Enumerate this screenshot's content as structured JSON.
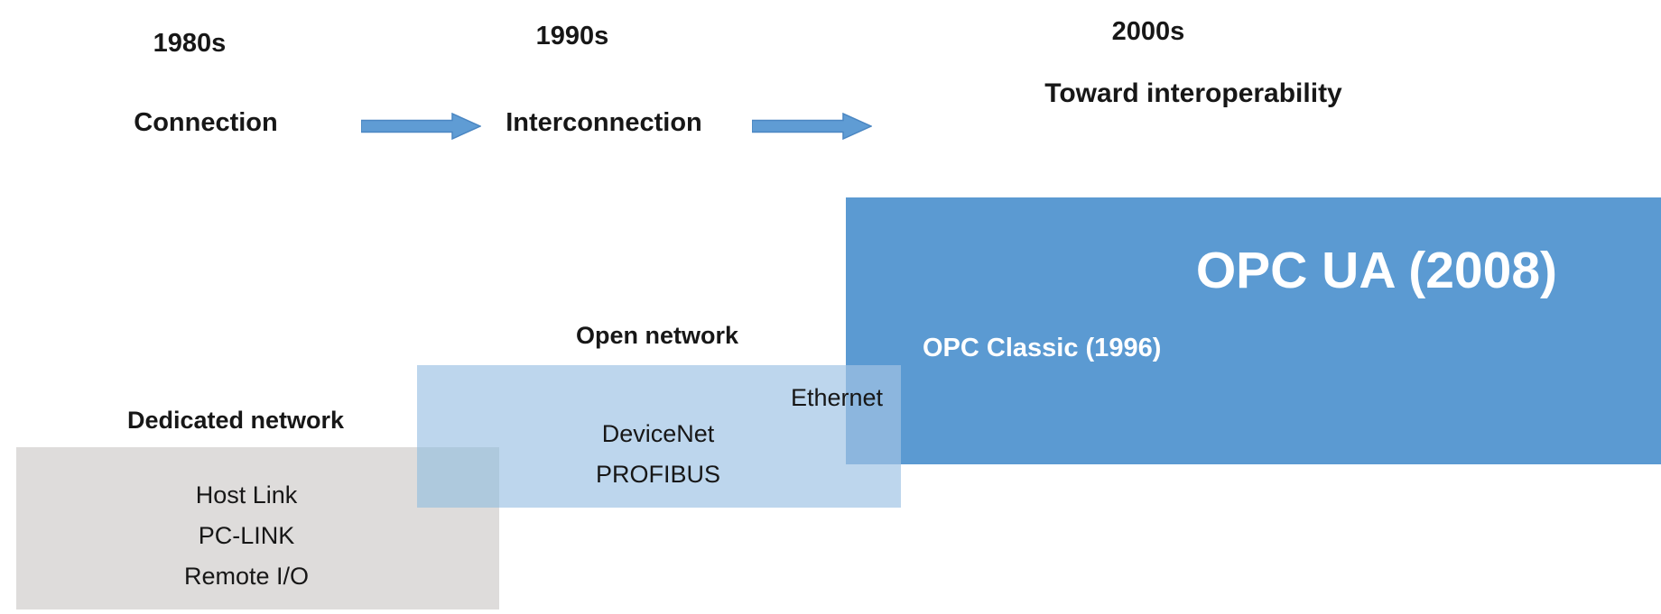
{
  "timeline": {
    "eras": [
      {
        "decade": "1980s",
        "phase": "Connection"
      },
      {
        "decade": "1990s",
        "phase": "Interconnection"
      },
      {
        "decade": "2000s",
        "phase": "Toward interoperability"
      }
    ]
  },
  "layers": [
    {
      "id": "dedicated-network",
      "title": "Dedicated network",
      "items": [
        "Host Link",
        "PC-LINK",
        "Remote I/O"
      ],
      "color": "#dedcdb"
    },
    {
      "id": "open-network",
      "title": "Open network",
      "items": [
        "DeviceNet",
        "PROFIBUS"
      ],
      "side_item": "Ethernet",
      "color": "#bdd6ed"
    },
    {
      "id": "interoperability",
      "opc_classic": "OPC Classic (1996)",
      "opc_ua": "OPC UA (2008)",
      "color": "#5b9ad2"
    }
  ],
  "colors": {
    "dedicated_box": "#dedcdb",
    "open_box": "#bdd6ed",
    "interop_box": "#5b9ad2",
    "open_over_interop_overlap": "#8cb6de",
    "dedicated_over_open_overlap": "#aec9dd",
    "arrow_fill": "#5f9cd4",
    "arrow_stroke": "#4a86c2",
    "text_dark": "#171717",
    "text_light": "#ffffff"
  }
}
